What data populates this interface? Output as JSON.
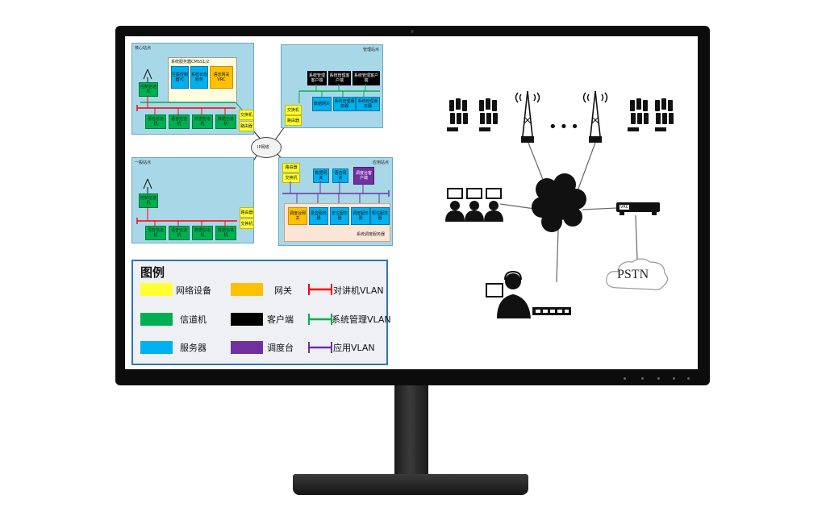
{
  "colors": {
    "switch": "#ffff33",
    "channel": "#00b050",
    "server": "#00b0f0",
    "gateway": "#ffc000",
    "client": "#000000",
    "dispatch": "#7030a0",
    "vlan_intercom": "#ff0000",
    "vlan_mgmt": "#00b050",
    "vlan_app": "#7030a0"
  },
  "diagram": {
    "core_site": {
      "title": "核心站点",
      "server_group": "系统服务器CMSS1/2",
      "servers": [
        "互联控制器YC",
        "系统状态服务",
        "语音网关VRC"
      ],
      "control_channel": "控制信道机",
      "channels": [
        "语音信道机",
        "语音信道机",
        "数据信道机",
        "数据信道机"
      ],
      "switch": "交换机",
      "router": "路由器"
    },
    "mgmt_site": {
      "title": "管理站点",
      "clients": [
        "系统管理客户端",
        "系统管理客户端",
        "系统管理客户端"
      ],
      "gateway": "数据网关",
      "servers": [
        "系统管理服务器",
        "系统管理服务器"
      ],
      "switch": "交换机",
      "router": "路由器"
    },
    "cloud": "IP网络",
    "general_site": {
      "title": "一般站点",
      "control_channel": "控制信道机",
      "channels": [
        "语音信道机",
        "语音信道机",
        "数据信道机",
        "数据信道机"
      ],
      "router": "路由器",
      "switch": "交换机"
    },
    "app_site": {
      "title": "应用站点",
      "router": "路由器",
      "switch": "交换机",
      "gateways": [
        "数据网关",
        "语音网关"
      ],
      "dispatch": "调度台客户端",
      "servers": [
        "调度台网关",
        "录音服务器",
        "定位服务器",
        "调度服务器",
        "短信服务器"
      ],
      "server_group": "系统调度服务器"
    },
    "legend": {
      "title": "图例",
      "items": [
        {
          "label": "网络设备",
          "color": "#ffff33"
        },
        {
          "label": "网关",
          "color": "#ffc000"
        },
        {
          "label": "对讲机VLAN",
          "color": "#ff0000",
          "kind": "line"
        },
        {
          "label": "信道机",
          "color": "#00b050"
        },
        {
          "label": "客户端",
          "color": "#000000"
        },
        {
          "label": "系统管理VLAN",
          "color": "#00b050",
          "kind": "line"
        },
        {
          "label": "服务器",
          "color": "#00b0f0"
        },
        {
          "label": "调度台",
          "color": "#7030a0"
        },
        {
          "label": "应用VLAN",
          "color": "#7030a0",
          "kind": "line"
        }
      ]
    }
  },
  "topology": {
    "pstn": "PSTN",
    "gateway_label": "VRC"
  }
}
